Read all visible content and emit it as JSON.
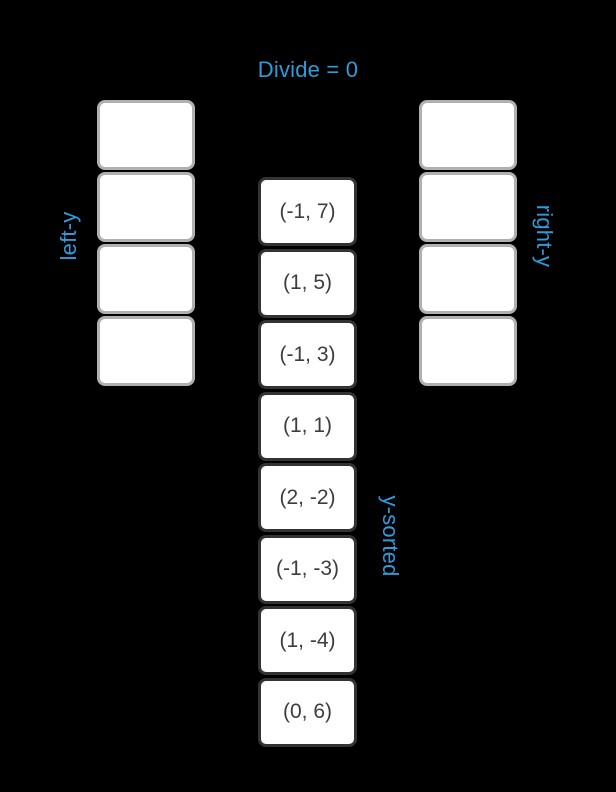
{
  "title": "Divide = 0",
  "colors": {
    "background": "#000000",
    "accent_blue": "#2D9CDB",
    "side_box_border": "#B0B0B0",
    "center_box_border": "#333333",
    "box_fill": "#FFFFFF",
    "cell_text": "#3D3D3D"
  },
  "left_column": {
    "label": "left-y",
    "cells": [
      "",
      "",
      "",
      ""
    ]
  },
  "right_column": {
    "label": "right-y",
    "cells": [
      "",
      "",
      "",
      ""
    ]
  },
  "center_column": {
    "label": "y-sorted",
    "cells": [
      "(-1, 7)",
      "(1, 5)",
      "(-1, 3)",
      "(1, 1)",
      "(2, -2)",
      "(-1, -3)",
      "(1, -4)",
      "(0, 6)"
    ]
  }
}
